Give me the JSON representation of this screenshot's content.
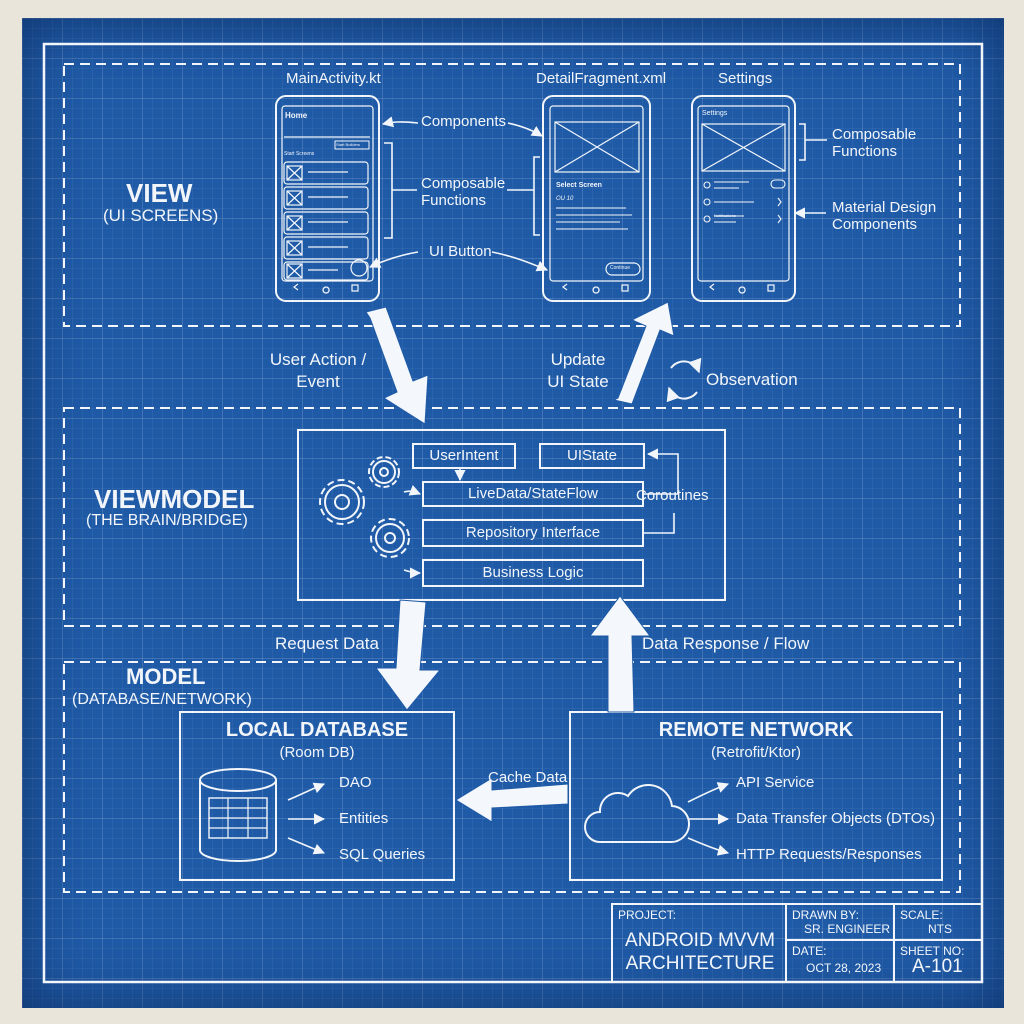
{
  "view": {
    "title": "VIEW",
    "subtitle": "(UI SCREENS)",
    "screens": [
      {
        "file": "MainActivity.kt",
        "header": "Home",
        "section": "Start Screens",
        "button": "Start Builders"
      },
      {
        "file": "DetailFragment.xml",
        "header": "Select Screen",
        "caption": "OU 10",
        "button": "Continue"
      },
      {
        "file": "Settings",
        "header": "Settings",
        "row_label": "Notifications"
      }
    ],
    "labels": {
      "components": "Components",
      "composable_1": "Composable",
      "composable_2": "Functions",
      "ui_button": "UI Button",
      "composable_r1": "Composable",
      "composable_r2": "Functions",
      "material_1": "Material Design",
      "material_2": "Components"
    }
  },
  "flows": {
    "user_action_1": "User Action /",
    "user_action_2": "Event",
    "update_1": "Update",
    "update_2": "UI State",
    "observation": "Observation",
    "request_data": "Request Data",
    "data_response": "Data Response / Flow",
    "cache_data": "Cache Data"
  },
  "viewmodel": {
    "title": "VIEWMODEL",
    "subtitle": "(THE BRAIN/BRIDGE)",
    "user_intent": "UserIntent",
    "ui_state": "UIState",
    "livedata": "LiveData/StateFlow",
    "repository": "Repository Interface",
    "business": "Business Logic",
    "coroutines": "Coroutines"
  },
  "model": {
    "title": "MODEL",
    "subtitle": "(DATABASE/NETWORK)",
    "local": {
      "title": "LOCAL DATABASE",
      "subtitle": "(Room DB)",
      "items": [
        "DAO",
        "Entities",
        "SQL Queries"
      ]
    },
    "remote": {
      "title": "REMOTE NETWORK",
      "subtitle": "(Retrofit/Ktor)",
      "items": [
        "API Service",
        "Data Transfer Objects (DTOs)",
        "HTTP Requests/Responses"
      ]
    }
  },
  "title_block": {
    "project_label": "PROJECT:",
    "project_1": "ANDROID MVVM",
    "project_2": "ARCHITECTURE",
    "drawn_label": "DRAWN BY:",
    "drawn_value": "SR. ENGINEER",
    "date_label": "DATE:",
    "date_value": "OCT 28, 2023",
    "scale_label": "SCALE:",
    "scale_value": "NTS",
    "sheet_label": "SHEET NO:",
    "sheet_value": "A-101"
  },
  "colors": {
    "blueprint": "#1f5aa6",
    "line": "#f2f6fb",
    "paper": "#eae5db"
  },
  "icons": [
    "gear-icon",
    "database-icon",
    "cloud-icon",
    "refresh-icon",
    "arrow-icon"
  ]
}
